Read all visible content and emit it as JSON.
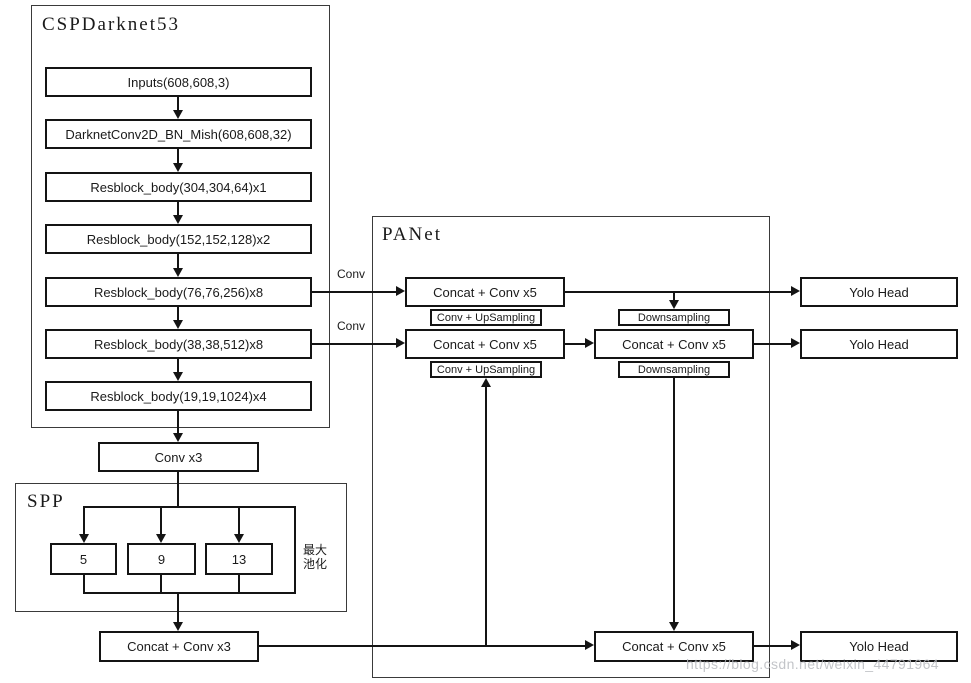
{
  "backbone": {
    "title": "CSPDarknet53",
    "boxes": [
      "Inputs(608,608,3)",
      "DarknetConv2D_BN_Mish(608,608,32)",
      "Resblock_body(304,304,64)x1",
      "Resblock_body(152,152,128)x2",
      "Resblock_body(76,76,256)x8",
      "Resblock_body(38,38,512)x8",
      "Resblock_body(19,19,1024)x4"
    ],
    "conv_arrow_labels": [
      "Conv",
      "Conv"
    ]
  },
  "neck": {
    "conv_x3": "Conv x3",
    "spp": {
      "title": "SPP",
      "pools": [
        "5",
        "9",
        "13"
      ],
      "maxpool_note": "最大\n池化"
    },
    "concat_conv_x3": "Concat + Conv x3"
  },
  "panet": {
    "title": "PANet",
    "concat_conv_x5": [
      "Concat + Conv x5",
      "Concat + Conv x5",
      "Concat + Conv x5",
      "Concat + Conv x5"
    ],
    "conv_upsampling": [
      "Conv + UpSampling",
      "Conv + UpSampling"
    ],
    "downsampling": [
      "Downsampling",
      "Downsampling"
    ]
  },
  "heads": [
    "Yolo Head",
    "Yolo Head",
    "Yolo Head"
  ],
  "watermark": "https://blog.csdn.net/weixin_44791964"
}
